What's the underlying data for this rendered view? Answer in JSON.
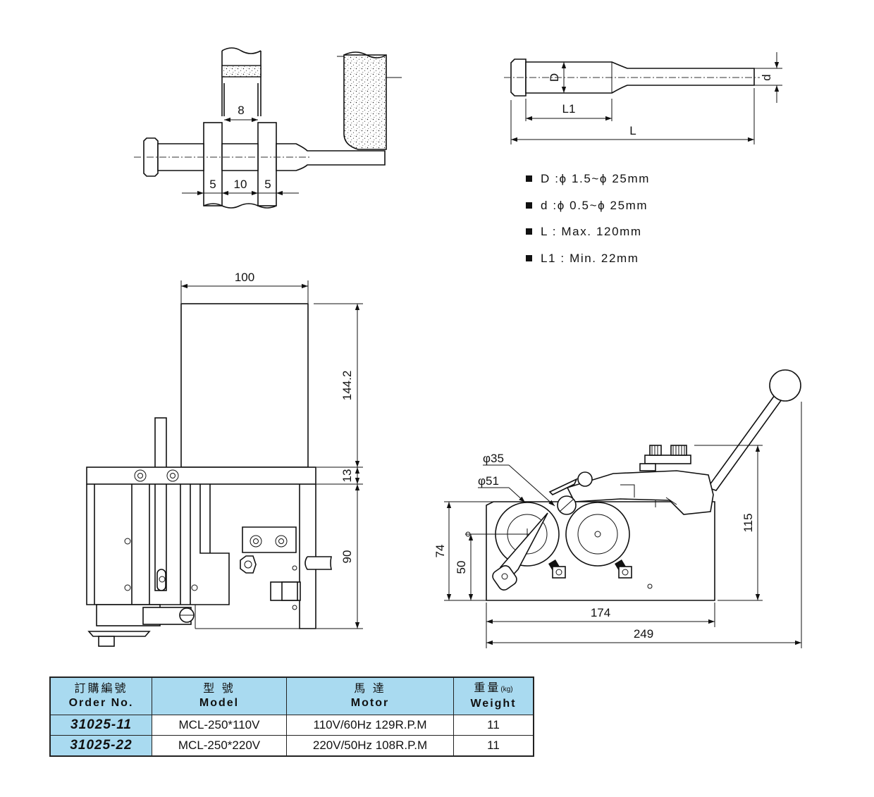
{
  "grinding_view": {
    "dims": [
      "8",
      "5",
      "10",
      "5"
    ]
  },
  "punch_view": {
    "dims": [
      "D",
      "d",
      "L1",
      "L"
    ]
  },
  "spec_list": [
    {
      "text": "D :ϕ 1.5~ϕ 25mm"
    },
    {
      "text": "d :ϕ 0.5~ϕ 25mm"
    },
    {
      "text": "L : Max. 120mm"
    },
    {
      "text": "L1 : Min. 22mm"
    }
  ],
  "side_view": {
    "dims": [
      "100",
      "144.2",
      "13",
      "90"
    ]
  },
  "front_view": {
    "dims": [
      "φ35",
      "φ51",
      "74",
      "50",
      "115",
      "174",
      "249"
    ]
  },
  "table": {
    "headers": [
      {
        "zh": "訂購編號",
        "en": "Order No.",
        "unit": ""
      },
      {
        "zh": "型 號",
        "en": "Model",
        "unit": ""
      },
      {
        "zh": "馬 達",
        "en": "Motor",
        "unit": ""
      },
      {
        "zh": "重量",
        "en": "Weight",
        "unit": "(kg)"
      }
    ],
    "rows": [
      {
        "order_no": "31025-11",
        "model": "MCL-250*110V",
        "motor": "110V/60Hz 129R.P.M",
        "weight": "11"
      },
      {
        "order_no": "31025-22",
        "model": "MCL-250*220V",
        "motor": "220V/50Hz 108R.P.M",
        "weight": "11"
      }
    ]
  }
}
